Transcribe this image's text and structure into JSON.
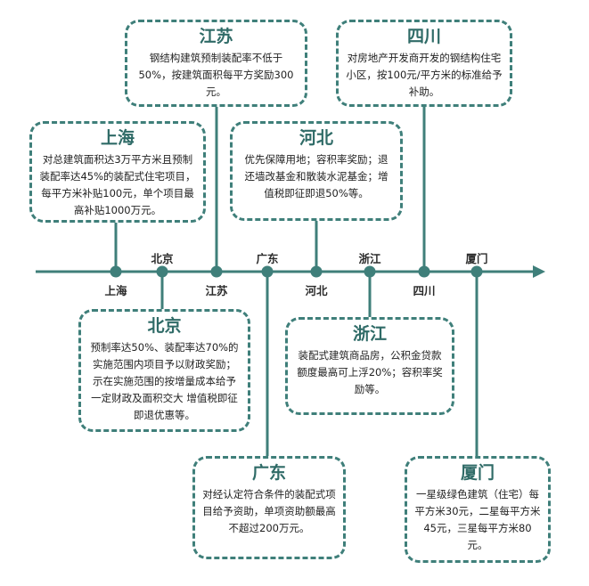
{
  "colors": {
    "teal": "#3f7f7a",
    "title": "#2f6b67",
    "text": "#222222"
  },
  "timeline": {
    "above_labels": [
      "北京",
      "广东",
      "浙江",
      "厦门"
    ],
    "below_labels": [
      "上海",
      "江苏",
      "河北",
      "四川"
    ]
  },
  "boxes": {
    "jiangsu": {
      "title": "江苏",
      "text": "钢结构建筑预制装配率不低于50%，按建筑面积每平方奖励300元。"
    },
    "sichuan": {
      "title": "四川",
      "text": "对房地产开发商开发的钢结构住宅小区，按100元/平方米的标准给予补助。"
    },
    "shanghai": {
      "title": "上海",
      "text": "对总建筑面积达3万平方米且预制装配率达45%的装配式住宅项目，每平方米补贴100元，单个项目最高补贴1000万元。"
    },
    "hebei": {
      "title": "河北",
      "text": "优先保障用地；容积率奖励；退还墙改基金和散装水泥基金；增值税即征即退50%等。"
    },
    "beijing": {
      "title": "北京",
      "text": "预制率达50%、装配率达70%的实施范围内项目予以财政奖励；示在实施范围的按增量成本给予一定财政及面积交大 增值税即征即退优惠等。"
    },
    "zhejiang": {
      "title": "浙江",
      "text": "装配式建筑商品房，公积金贷款额度最高可上浮20%；容积率奖励等。"
    },
    "guangdong": {
      "title": "广东",
      "text": "对经认定符合条件的装配式项目给予资助，单项资助额最高不超过200万元。"
    },
    "xiamen": {
      "title": "厦门",
      "text": "一星级绿色建筑（住宅）每平方米30元，二星每平方米45元，三星每平方米80元。"
    }
  }
}
